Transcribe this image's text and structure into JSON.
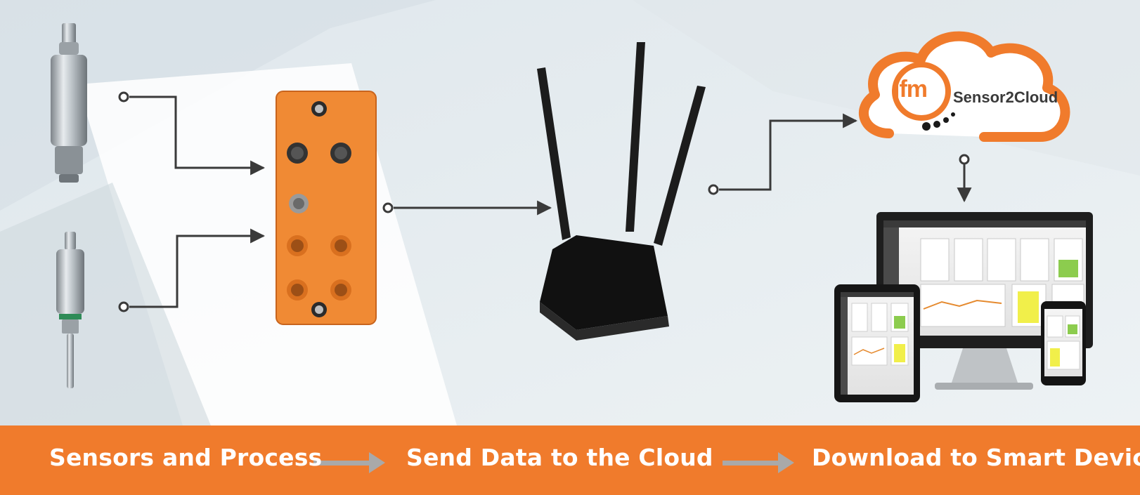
{
  "steps": [
    {
      "label": "Sensors and Process"
    },
    {
      "label": "Send Data to the Cloud"
    },
    {
      "label": "Download to Smart Device"
    }
  ],
  "cloud": {
    "brand_logo": "ifm",
    "brand_label": "Sensor2Cloud"
  },
  "colors": {
    "accent": "#f07b2c",
    "connector": "#3a3a3a",
    "background": "#e6edf1",
    "banner_arrow": "#a9a9a9"
  },
  "icons": [
    "sensor-icon",
    "io-link-master-icon",
    "router-icon",
    "cloud-icon",
    "monitor-icon",
    "tablet-icon",
    "phone-icon"
  ]
}
